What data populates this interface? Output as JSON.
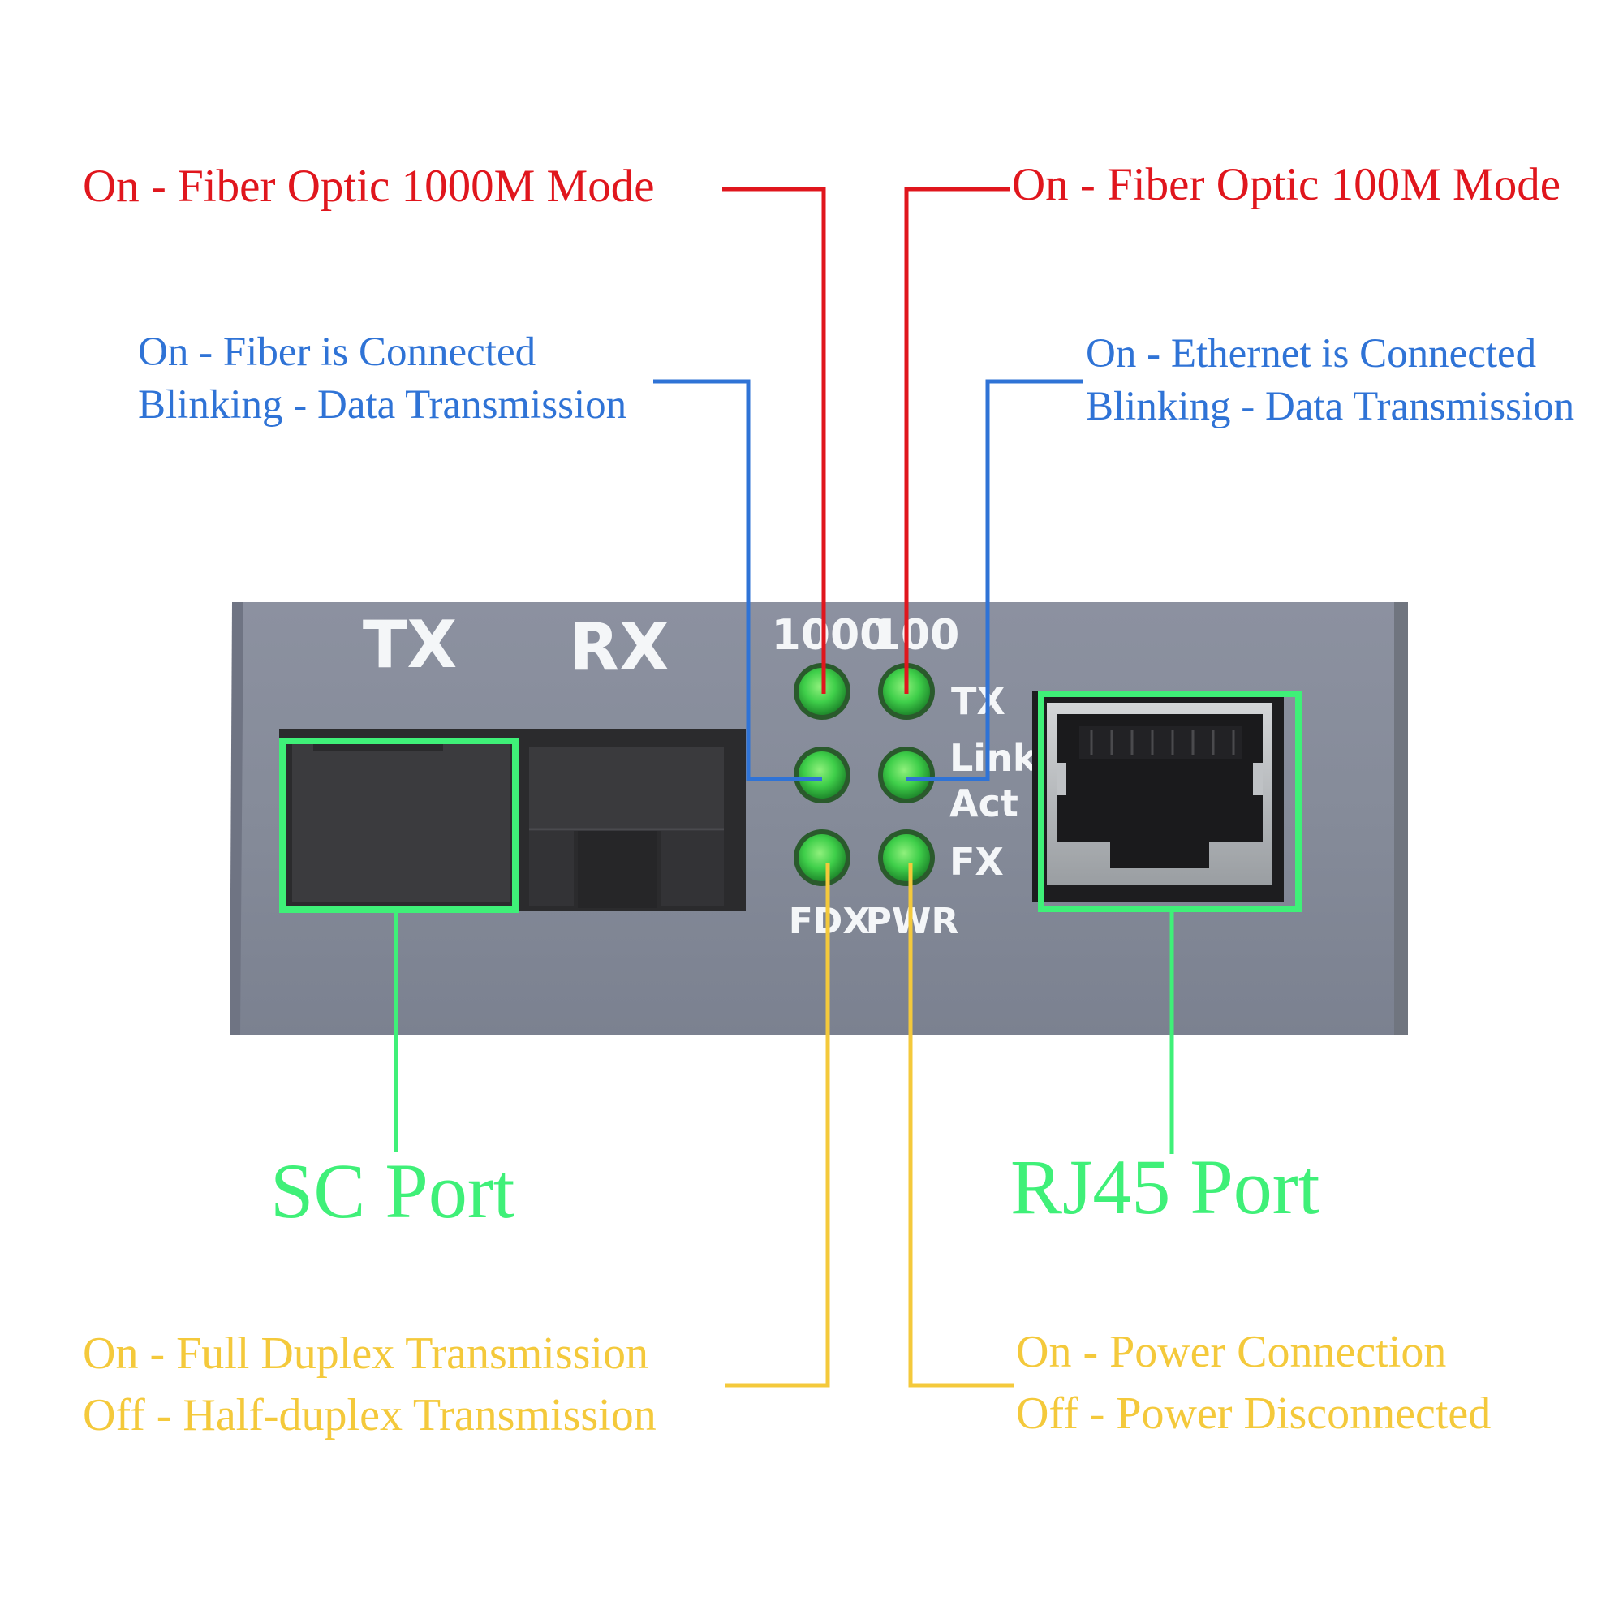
{
  "colors": {
    "red": "#e0161d",
    "blue": "#2f73d6",
    "green": "#3ff078",
    "yellow": "#f4c93b",
    "panel": "#858b9a",
    "led": "#3fcf4a"
  },
  "callouts": {
    "led_1000": {
      "lines": [
        "On - Fiber Optic 1000M Mode"
      ]
    },
    "led_100": {
      "lines": [
        "On - Fiber Optic 100M Mode"
      ]
    },
    "fiber_link": {
      "lines": [
        "On - Fiber is Connected",
        "Blinking - Data Transmission"
      ]
    },
    "ethernet_link": {
      "lines": [
        "On - Ethernet is Connected",
        "Blinking - Data Transmission"
      ]
    },
    "sc_port": {
      "lines": [
        "SC Port"
      ]
    },
    "rj45_port": {
      "lines": [
        "RJ45 Port"
      ]
    },
    "fdx": {
      "lines": [
        "On - Full Duplex Transmission",
        "Off - Half-duplex Transmission"
      ]
    },
    "pwr": {
      "lines": [
        "On - Power Connection",
        "Off - Power Disconnected"
      ]
    }
  },
  "panel_labels": {
    "tx_port": "TX",
    "rx_port": "RX",
    "col_1000": "1000",
    "col_100": "100",
    "row_tx": "TX",
    "row_link": "Link",
    "row_act": "Act",
    "row_fx": "FX",
    "bottom_fdx": "FDX",
    "bottom_pwr": "PWR"
  }
}
